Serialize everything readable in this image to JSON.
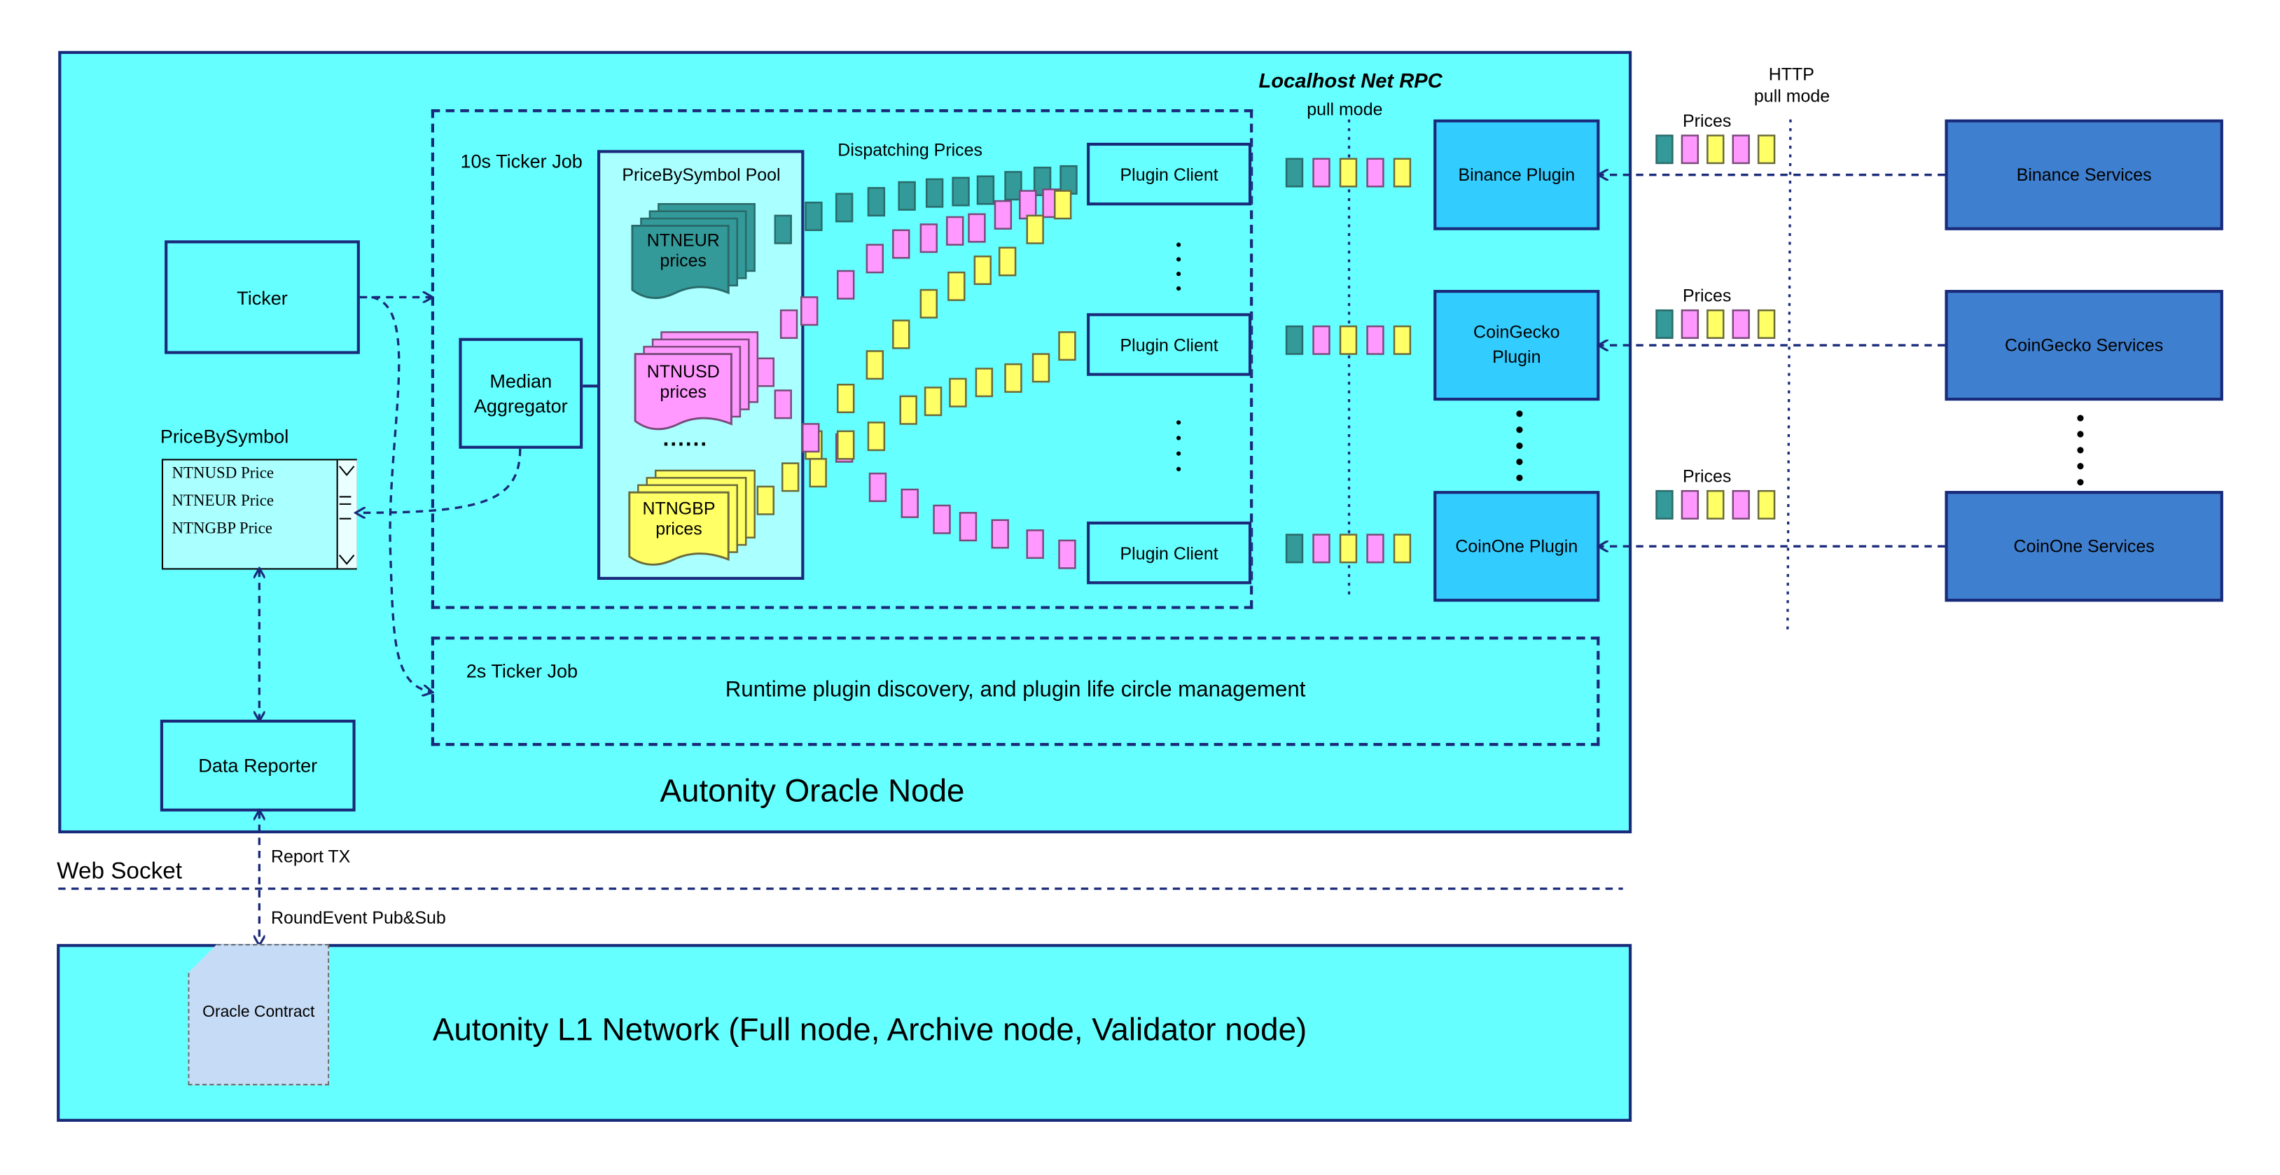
{
  "colors": {
    "node_bg": "#66ffff",
    "plugin_bg": "#33ccff",
    "service_bg": "#3f7fcf",
    "line": "#1a2a7a",
    "teal_price": "#339999",
    "pink_price": "#ff99ff",
    "yellow_price": "#ffff66",
    "oracle_contract_bg": "#c6dcf6"
  },
  "oracle_node": {
    "title": "Autonity Oracle Node",
    "ticker": "Ticker",
    "price_by_symbol_label": "PriceBySymbol",
    "price_list": [
      "NTNUSD Price",
      "NTNEUR Price",
      "NTNGBP Price"
    ],
    "data_reporter": "Data Reporter",
    "ticker_job_10s": "10s Ticker Job",
    "median_aggregator": "Median Aggregator",
    "pool_title": "PriceBySymbol Pool",
    "pool_stacks": [
      {
        "symbol": "NTNEUR",
        "sub": "prices",
        "color": "teal"
      },
      {
        "symbol": "NTNUSD",
        "sub": "prices",
        "color": "pink"
      },
      {
        "symbol": "NTNGBP",
        "sub": "prices",
        "color": "yellow"
      }
    ],
    "pool_ellipsis": "......",
    "dispatching_prices": "Dispatching Prices",
    "plugin_clients": [
      "Plugin Client",
      "Plugin Client",
      "Plugin Client"
    ],
    "ticker_job_2s": "2s Ticker Job",
    "runtime_text": "Runtime plugin discovery, and plugin life circle management"
  },
  "rpc": {
    "title": "Localhost Net RPC",
    "mode": "pull mode"
  },
  "plugins": [
    "Binance Plugin",
    "CoinGecko Plugin",
    "CoinOne Plugin"
  ],
  "http": {
    "title": "HTTP",
    "mode": "pull mode",
    "prices_label": "Prices"
  },
  "services": [
    "Binance Services",
    "CoinGecko Services",
    "CoinOne Services"
  ],
  "web_socket": {
    "label": "Web Socket",
    "report_tx": "Report TX",
    "round_event": "RoundEvent Pub&Sub"
  },
  "l1": {
    "title": "Autonity L1 Network (Full node, Archive node, Validator node)",
    "oracle_contract": "Oracle Contract"
  }
}
